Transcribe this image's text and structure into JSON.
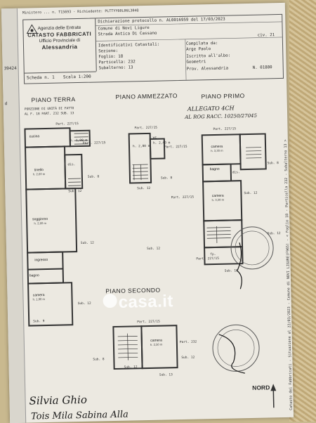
{
  "left_strip": {
    "num": "39424",
    "label": "d"
  },
  "header": {
    "top_line": "Ministero ... n. T15693 - Richiedente: PLTTYY60L06L304Q",
    "agency": {
      "l1": "Agenzia delle Entrate",
      "l2": "CATASTO FABBRICATI",
      "l3": "Ufficio Provinciale di",
      "l4": "Alessandria"
    },
    "scale": {
      "sheet": "Scheda n. 1",
      "scale": "Scala 1:200"
    },
    "fields": {
      "decl": "Dichiarazione protocollo n. AL0016959 del 17/03/2023",
      "comune": "Comune di Novi Ligure",
      "via": "Strada Antica Di Cassano",
      "civ": "civ. 21",
      "identificativi": "Identificativi Catastali:",
      "sezione": "Sezione:",
      "foglio": "Foglio: 18",
      "particella": "Particella: 232",
      "subalterno": "Subalterno: 13",
      "compilata": "Compilata da:",
      "compilatore": "Arge Paolo",
      "iscritto": "Iscritto all'albo:",
      "albo": "Geometri",
      "prov": "Prov. Alessandria",
      "num": "N. 01880"
    }
  },
  "floors": {
    "terra": "PIANO TERRA",
    "ammezzato": "PIANO AMMEZZATO",
    "primo": "PIANO PRIMO",
    "secondo": "PIANO SECONDO"
  },
  "notes": {
    "terra_note1": "PORZIONE DI UNITÀ DI FATTO",
    "terra_note2": "AL F. 18 PART. 232 SUB. 13"
  },
  "labels": {
    "part": "Part. 227/15",
    "part232": "Part. 232",
    "sub8": "Sub. 8",
    "sub9": "Sub. 9",
    "sub10": "Sub. 10",
    "sub12": "Sub. 12",
    "sub13": "Sub. 13",
    "fp": "fp.",
    "wc": "wc",
    "dis": "dis."
  },
  "rooms": {
    "cucina": "cucina",
    "cucina_h": "h. 1,90 m",
    "tinello": "tinello",
    "tinello_h": "h. 2,60 m",
    "soggiorno": "soggiorno",
    "soggiorno_h": "h. 2,60 m",
    "ingresso": "ingresso",
    "bagno": "bagno",
    "camera": "camera",
    "camera_h1": "h. 1,90 m",
    "camera2": "camera",
    "camera2_h": "h. 3,30 m",
    "bagno2": "bagno",
    "camera3": "camera",
    "camera3_h": "h. 3,30 m",
    "camera4": "camera",
    "camera4_h": "h. 2,50 m",
    "amm_h": "h. 2,80 m",
    "wc_h": "h. 2,40 m"
  },
  "handwriting": {
    "primo1": "ALLEGATO 4CH",
    "primo2": "AL ROG RACC. 10250/27045",
    "sig1": "Silvia Ghio",
    "sig2": "Tois Mila  Sabina  Alla"
  },
  "watermark": "casa.it",
  "nord": "NORD",
  "side_note": "Catasto dei Fabbricati - Situazione al 22/03/2023 - Comune di NOVI LIGURE(F965) - < Foglio 18 - Particella 232 - Subalterno 13 >"
}
